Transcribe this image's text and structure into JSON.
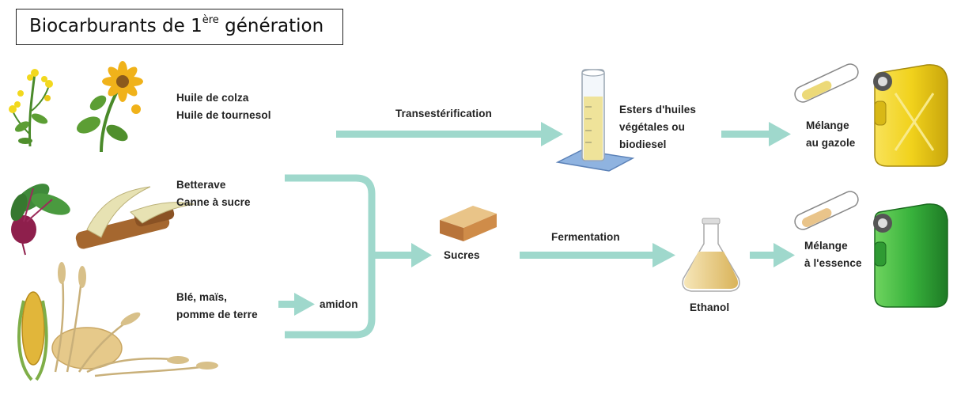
{
  "title": {
    "main": "Biocarburants de 1",
    "sup": "ère",
    "rest": " génération"
  },
  "sources": {
    "oil_line1": "Huile de colza",
    "oil_line2": "Huile de tournesol",
    "sugar_line1": "Betterave",
    "sugar_line2": "Canne à sucre",
    "starch_line1": "Blé, maïs,",
    "starch_line2": "pomme de terre"
  },
  "steps": {
    "amidon": "amidon",
    "sucres": "Sucres",
    "transesterification": "Transestérification",
    "fermentation": "Fermentation",
    "esters_line1": "Esters d'huiles",
    "esters_line2": "végétales ou",
    "esters_line3": "biodiesel",
    "ethanol": "Ethanol"
  },
  "products": {
    "gazole_line1": "Mélange",
    "gazole_line2": "au gazole",
    "essence_line1": "Mélange",
    "essence_line2": "à l'essence"
  },
  "colors": {
    "arrow": "#9fd8cc",
    "diesel_can": "#f1d21c",
    "petrol_can": "#38b23c",
    "cylinder_liquid": "#efe39a",
    "ethanol_liquid": "#e8c46a"
  }
}
